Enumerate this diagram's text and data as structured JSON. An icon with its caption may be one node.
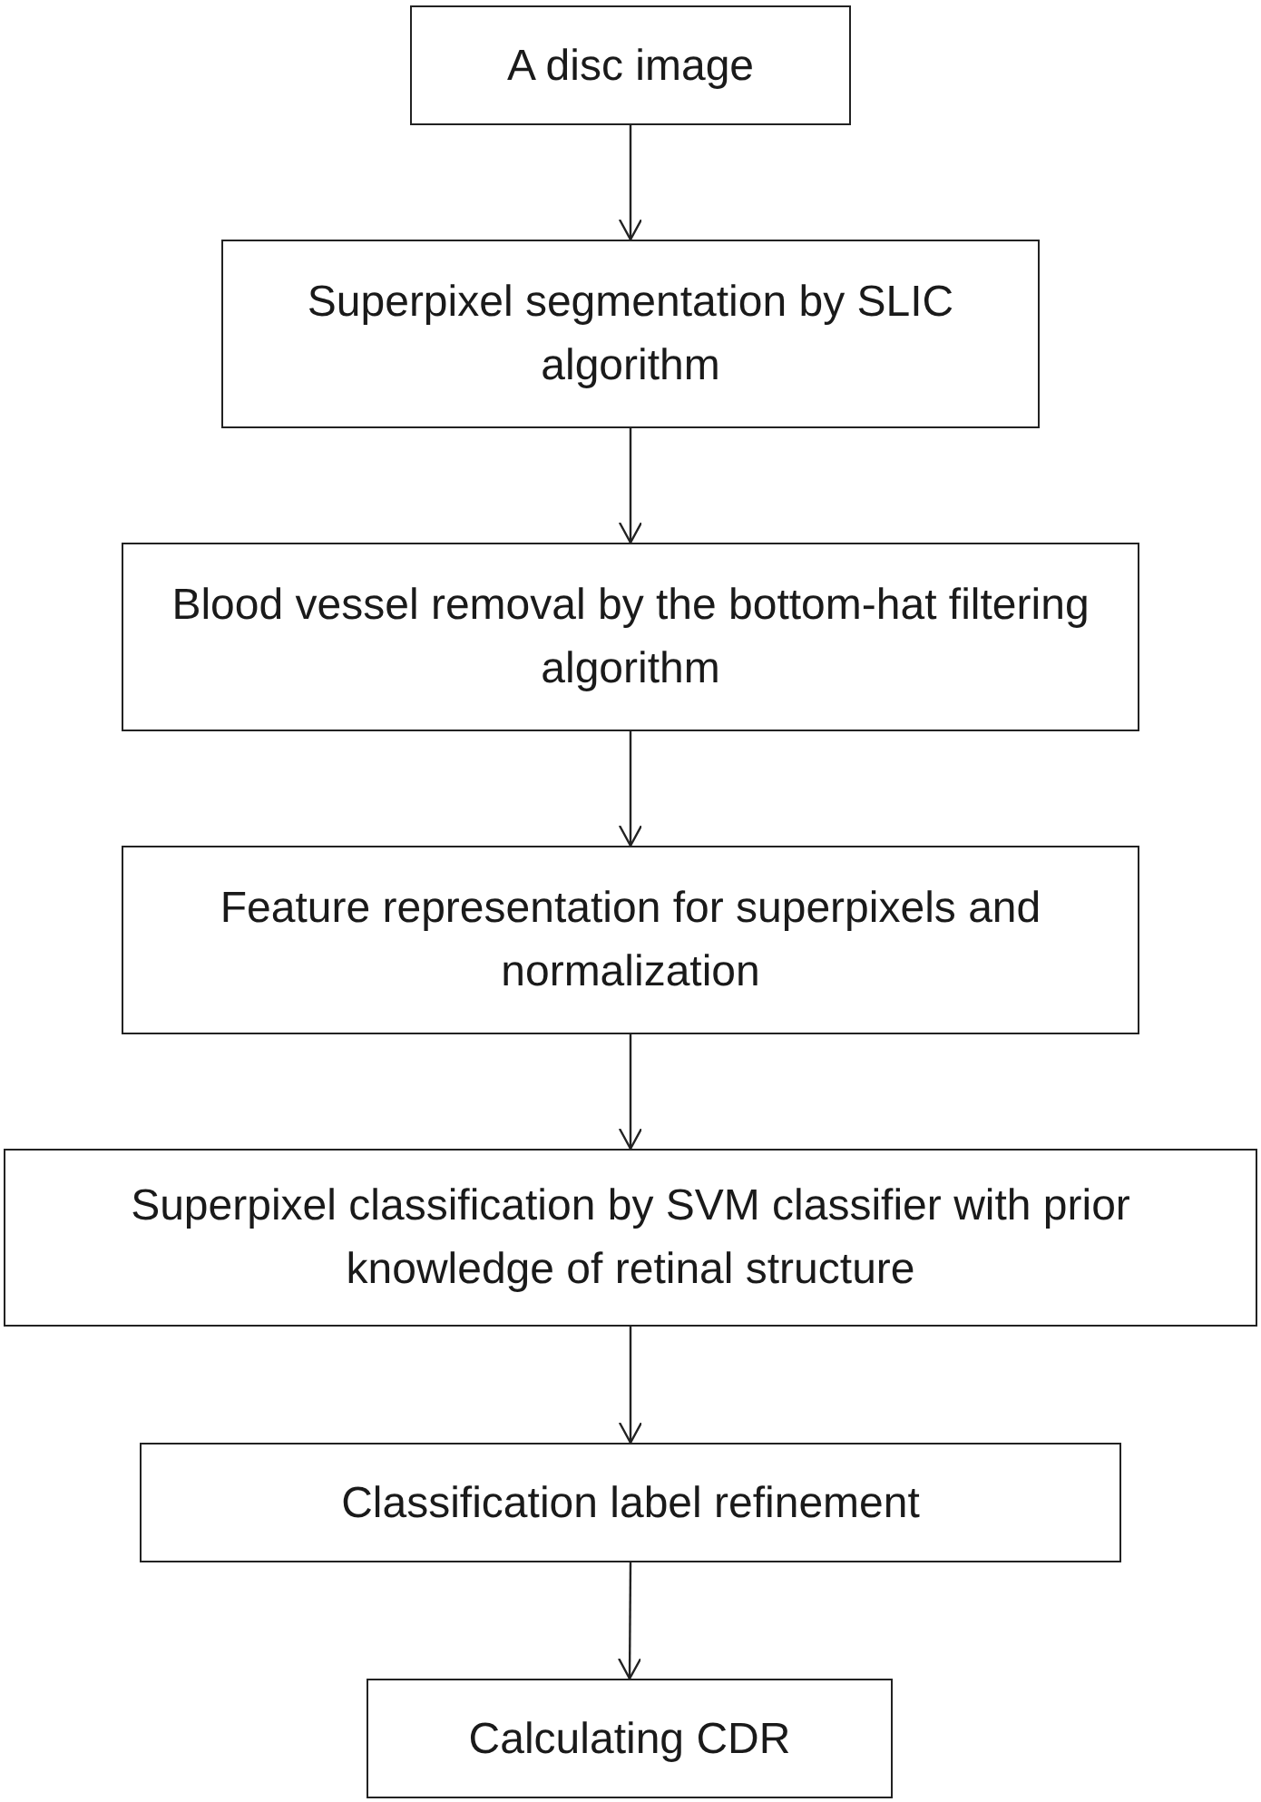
{
  "diagram": {
    "nodes": [
      {
        "text": [
          "A disc image"
        ]
      },
      {
        "text": [
          "Superpixel segmentation by SLIC algorithm"
        ]
      },
      {
        "text": [
          "Blood vessel removal by the bottom-hat filtering algorithm"
        ]
      },
      {
        "text": [
          "Feature representation for superpixels and normalization"
        ]
      },
      {
        "text": [
          "Superpixel classification by SVM classifier with prior knowledge of retinal structure"
        ]
      },
      {
        "text": [
          "Classification label refinement"
        ]
      },
      {
        "text": [
          "Calculating CDR"
        ]
      }
    ],
    "edges": [
      {
        "from": 0,
        "to": 1,
        "arrow": "to"
      },
      {
        "from": 1,
        "to": 2,
        "arrow": "to"
      },
      {
        "from": 2,
        "to": 3,
        "arrow": "to"
      },
      {
        "from": 3,
        "to": 4,
        "arrow": "to"
      },
      {
        "from": 4,
        "to": 5,
        "arrow": "to"
      },
      {
        "from": 5,
        "to": 6,
        "arrow": "to"
      }
    ]
  }
}
